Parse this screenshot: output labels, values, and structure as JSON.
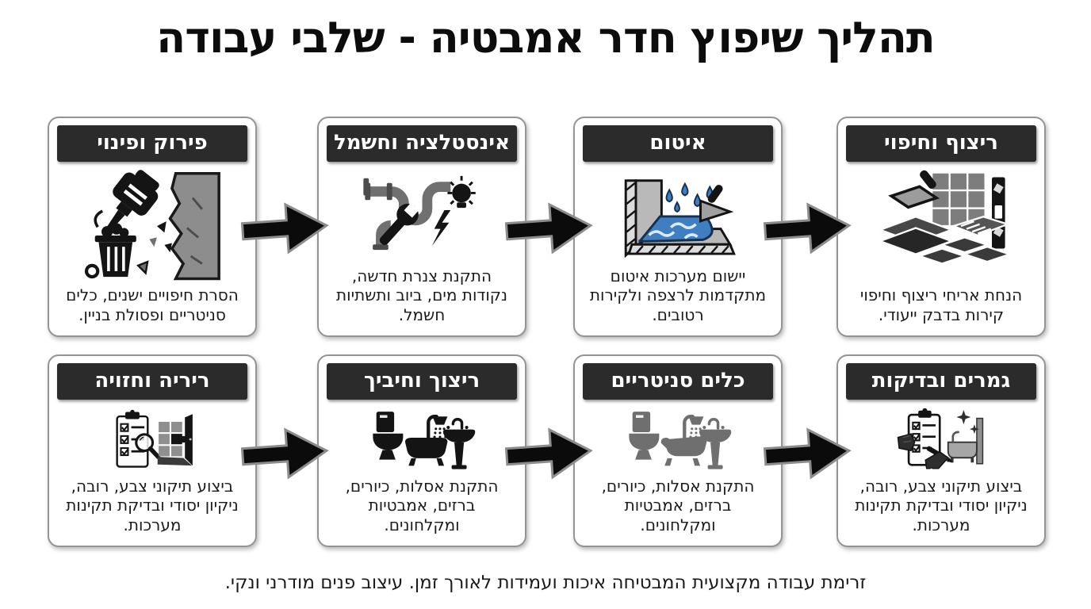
{
  "page": {
    "title": "תהליך שיפוץ חדר אמבטיה - שלבי עבודה",
    "footer": "זרימת עבודה מקצועית המבטיחה איכות ועמידות לאורך זמן. עיצוב פנים מודרני ונקי.",
    "language": "he",
    "direction": "rtl"
  },
  "colors": {
    "header_bg": "#2b2b2b",
    "header_text": "#ffffff",
    "card_border": "#949494",
    "arrow_fill": "#0b0b0b",
    "arrow_outline": "#8c8c8c",
    "water_blue": "#3f7fc1",
    "icon_dark": "#141414",
    "icon_gray": "#6f6f6f",
    "wall_gray": "#b9b9b9"
  },
  "cards": [
    {
      "title": "פירוק ופינוי",
      "description": "הסרת חיפויים ישנים, כלים סניטריים ופסולת בניין.",
      "icon": "demolition-icon"
    },
    {
      "title": "אינסטלציה וחשמל",
      "description": "התקנת צנרת חדשה, נקודות מים, ביוב ותשתיות חשמל.",
      "icon": "plumbing-electric-icon"
    },
    {
      "title": "איטום",
      "description": "יישום מערכות איטום מתקדמות לרצפה ולקירות רטובים.",
      "icon": "waterproofing-icon"
    },
    {
      "title": "ריצוף וחיפוי",
      "description": "הנחת אריחי ריצוף וחיפוי קירות בדבק ייעודי.",
      "icon": "tiling-icon"
    },
    {
      "title": "ריריה וחזויה",
      "description": "ביצוע תיקוני צבע, רובה, ניקיון יסודי ובדיקת תקינות מערכות.",
      "icon": "inspection-checklist-icon"
    },
    {
      "title": "ריצוך וחיביך",
      "description": "התקנת אסלות, כיורים, ברזים, אמבטיות ומקלחונים.",
      "icon": "bathroom-fixtures-black-icon"
    },
    {
      "title": "כלים סניטריים",
      "description": "התקנת אסלות, כיורים, ברזים, אמבטיות ומקלחונים.",
      "icon": "bathroom-fixtures-gray-icon"
    },
    {
      "title": "גמרים ובדיקות",
      "description": "ביצוע תיקוני צבע, רובה, ניקיון יסודי ובדיקת תקינות מערכות.",
      "icon": "finishing-inspection-icon"
    }
  ]
}
